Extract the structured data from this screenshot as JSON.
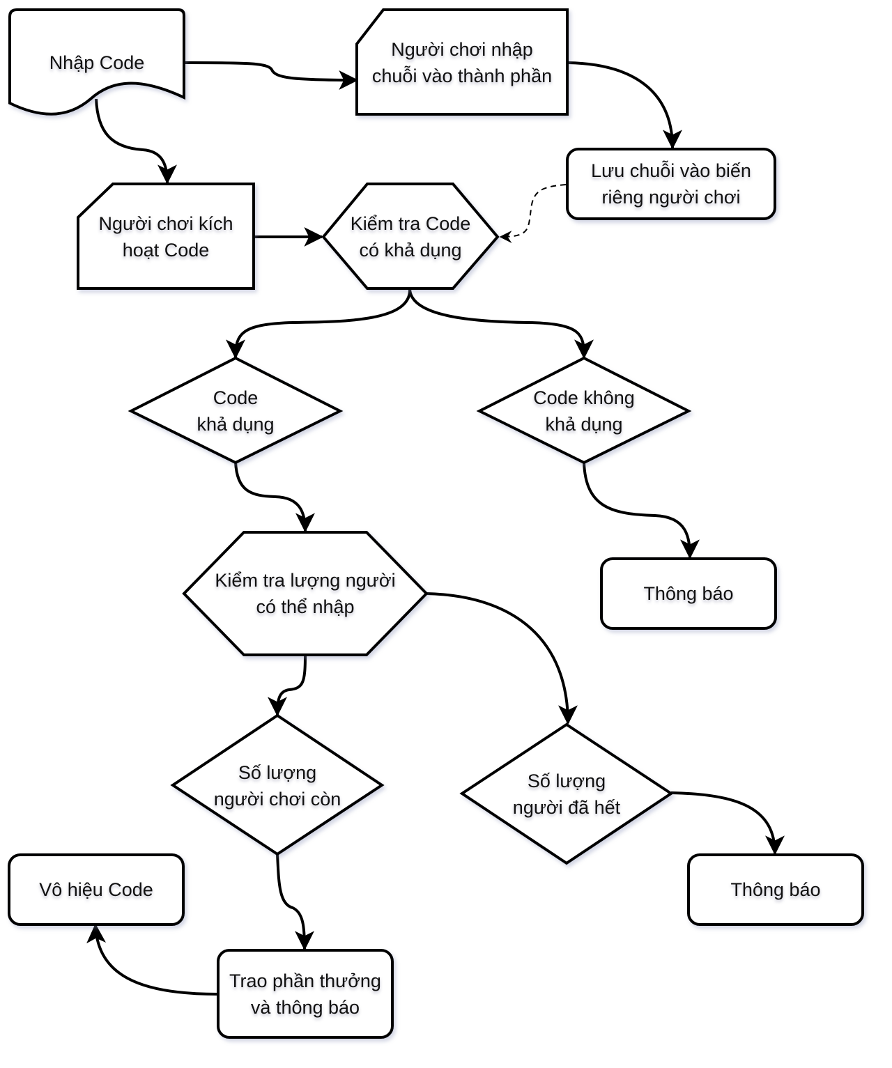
{
  "title": "Code redemption flowchart",
  "nodes": {
    "enter_code": {
      "shape": "document",
      "label": "Nhập Code"
    },
    "player_input_string": {
      "shape": "manual-input",
      "label_lines": [
        "Người chơi nhập",
        "chuỗi vào thành phần"
      ]
    },
    "save_string": {
      "shape": "rounded-rect",
      "label_lines": [
        "Lưu chuỗi vào biến",
        "riêng người chơi"
      ]
    },
    "player_activate_code": {
      "shape": "manual-input",
      "label_lines": [
        "Người chơi kích",
        "hoạt Code"
      ]
    },
    "check_code_available": {
      "shape": "hexagon",
      "label_lines": [
        "Kiểm tra Code",
        "có khả dụng"
      ]
    },
    "code_available": {
      "shape": "diamond",
      "label_lines": [
        "Code",
        "khả dụng"
      ]
    },
    "code_unavailable": {
      "shape": "diamond",
      "label_lines": [
        "Code không",
        "khả dụng"
      ]
    },
    "notify_1": {
      "shape": "rounded-rect",
      "label": "Thông báo"
    },
    "check_player_count": {
      "shape": "hexagon",
      "label_lines": [
        "Kiểm tra lượng người",
        "có thể nhập"
      ]
    },
    "players_remaining": {
      "shape": "diamond",
      "label_lines": [
        "Số lượng",
        "người chơi còn"
      ]
    },
    "players_exhausted": {
      "shape": "diamond",
      "label_lines": [
        "Số lượng",
        "người đã hết"
      ]
    },
    "notify_2": {
      "shape": "rounded-rect",
      "label": "Thông báo"
    },
    "disable_code": {
      "shape": "rounded-rect",
      "label": "Vô hiệu Code"
    },
    "reward_and_notify": {
      "shape": "rounded-rect",
      "label_lines": [
        "Trao phần thưởng",
        "và thông báo"
      ]
    }
  },
  "edges": [
    {
      "from": "enter_code",
      "to": "player_input_string",
      "style": "solid"
    },
    {
      "from": "enter_code",
      "to": "player_activate_code",
      "style": "solid"
    },
    {
      "from": "player_input_string",
      "to": "save_string",
      "style": "solid"
    },
    {
      "from": "save_string",
      "to": "check_code_available",
      "style": "dashed"
    },
    {
      "from": "player_activate_code",
      "to": "check_code_available",
      "style": "solid"
    },
    {
      "from": "check_code_available",
      "to": "code_available",
      "style": "solid"
    },
    {
      "from": "check_code_available",
      "to": "code_unavailable",
      "style": "solid"
    },
    {
      "from": "code_unavailable",
      "to": "notify_1",
      "style": "solid"
    },
    {
      "from": "code_available",
      "to": "check_player_count",
      "style": "solid"
    },
    {
      "from": "check_player_count",
      "to": "players_remaining",
      "style": "solid"
    },
    {
      "from": "check_player_count",
      "to": "players_exhausted",
      "style": "solid"
    },
    {
      "from": "players_exhausted",
      "to": "notify_2",
      "style": "solid"
    },
    {
      "from": "players_remaining",
      "to": "reward_and_notify",
      "style": "solid"
    },
    {
      "from": "reward_and_notify",
      "to": "disable_code",
      "style": "solid"
    }
  ]
}
